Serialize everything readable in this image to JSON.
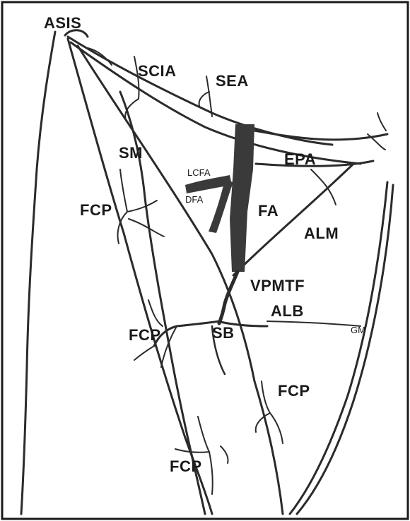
{
  "labels": {
    "asis": "ASIS",
    "scia": "SCIA",
    "sea": "SEA",
    "sm": "SM",
    "epa": "EPA",
    "lcfa": "LCFA",
    "dfa": "DFA",
    "fa": "FA",
    "fcp1": "FCP",
    "alm": "ALM",
    "vpmtf": "VPMTF",
    "alb": "ALB",
    "gm": "GM",
    "fcp2": "FCP",
    "sb": "SB",
    "fcp3": "FCP",
    "fcp4": "FCP"
  },
  "colors": {
    "ink": "#2b2b2b",
    "artery": "#3a3a3a",
    "frame": "#1a1a1a"
  }
}
